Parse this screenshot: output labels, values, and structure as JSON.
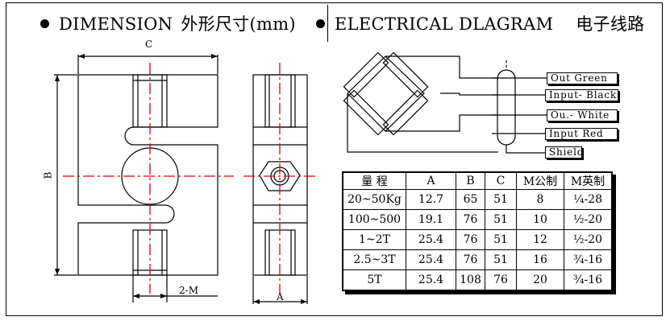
{
  "headers": {
    "dimension": {
      "en": "DIMENSION",
      "cn": "外形尺寸(mm)"
    },
    "electrical": {
      "en": "ELECTRICAL DLAGRAM",
      "cn": "电子线路"
    }
  },
  "drawing_labels": {
    "c": "C",
    "b": "B",
    "m": "2-M",
    "a": "A"
  },
  "wiring": [
    {
      "label": "Out  Green"
    },
    {
      "label": "Input- Black"
    },
    {
      "label": "Ou.- White"
    },
    {
      "label": "Input   Red"
    },
    {
      "label": "Shield"
    }
  ],
  "spec_table": {
    "columns": [
      "量 程",
      "A",
      "B",
      "C",
      "M公制",
      "M英制"
    ],
    "rows": [
      [
        "20~50Kg",
        "12.7",
        "65",
        "51",
        "8",
        "¼-28"
      ],
      [
        "100~500",
        "19.1",
        "76",
        "51",
        "10",
        "½-20"
      ],
      [
        "1~2T",
        "25.4",
        "76",
        "51",
        "12",
        "½-20"
      ],
      [
        "2.5~3T",
        "25.4",
        "76",
        "51",
        "16",
        "¾-16"
      ],
      [
        "5T",
        "25.4",
        "108",
        "76",
        "20",
        "¾-16"
      ]
    ]
  },
  "colors": {
    "centerline": "#e00000",
    "line": "#000000",
    "background": "#ffffff"
  }
}
